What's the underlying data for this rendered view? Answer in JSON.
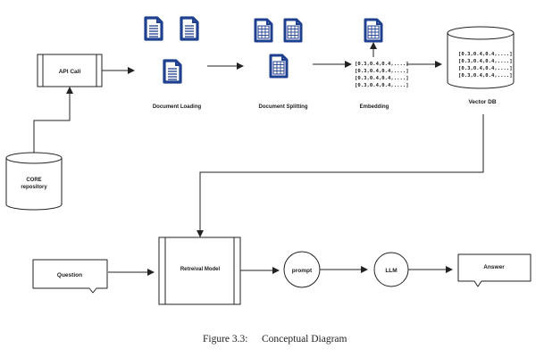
{
  "diagram": {
    "api_call": "API Call",
    "core_repository": [
      "CORE",
      "repository"
    ],
    "document_loading": "Document Loading",
    "document_splitting": "Document Splitting",
    "embedding": "Embedding",
    "embedding_vectors": [
      "[0.3,0.4,0.4,....]",
      "[0.3,0.4,0.4,....]",
      "[0.3,0.4,0.4,....]",
      "[0.3,0.4,0.4,....]"
    ],
    "vector_db": "Vector DB",
    "vector_db_vectors": [
      "[0.3,0.4,0.4,....]",
      "[0.3,0.4,0.4,....]",
      "[0.3,0.4,0.4,....]",
      "[0.3,0.4,0.4,....]"
    ],
    "question": "Question",
    "retrieval_model": "Retreival Model",
    "prompt": "prompt",
    "llm": "LLM",
    "answer": "Answer"
  },
  "caption": {
    "label": "Figure 3.3:",
    "text": "Conceptual Diagram"
  },
  "colors": {
    "doc_blue": "#1f3f8f",
    "stroke": "#222222"
  }
}
